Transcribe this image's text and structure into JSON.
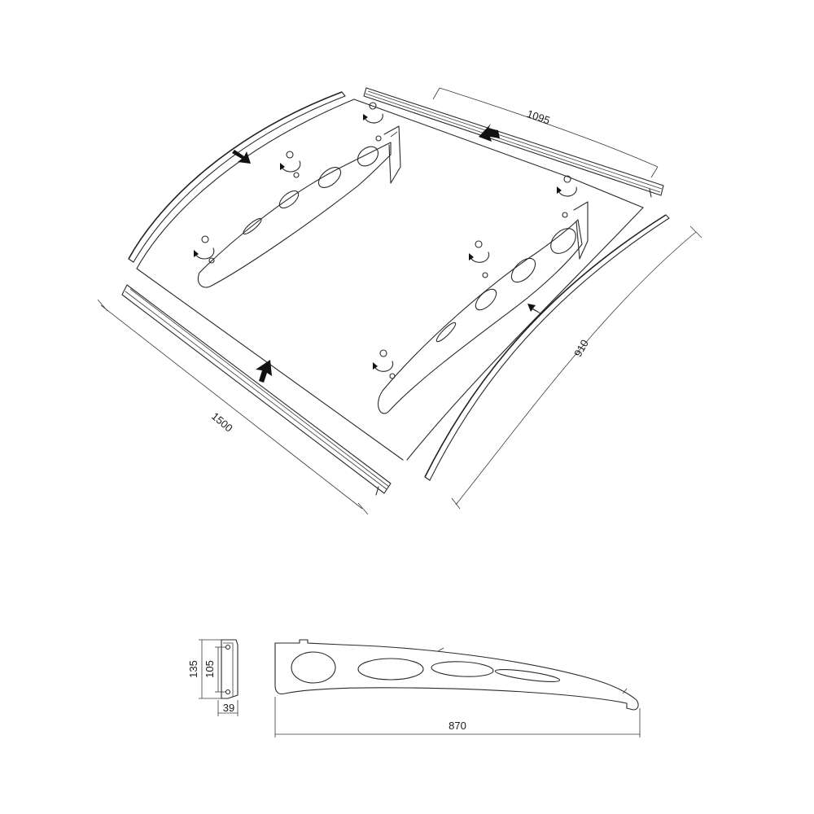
{
  "colors": {
    "stroke": "#2a2a2a",
    "arrow": "#111111",
    "background": "#ffffff"
  },
  "dimensions": {
    "top_length": "1095",
    "front_length": "1500",
    "depth": "910",
    "bracket_height_outer": "135",
    "bracket_height_inner": "105",
    "bracket_width": "39",
    "bracket_length": "870"
  },
  "icons": {
    "push_arrow": "arrow-icon",
    "rotate_arrow": "rotate-arrow-icon",
    "screw": "screw-icon"
  }
}
